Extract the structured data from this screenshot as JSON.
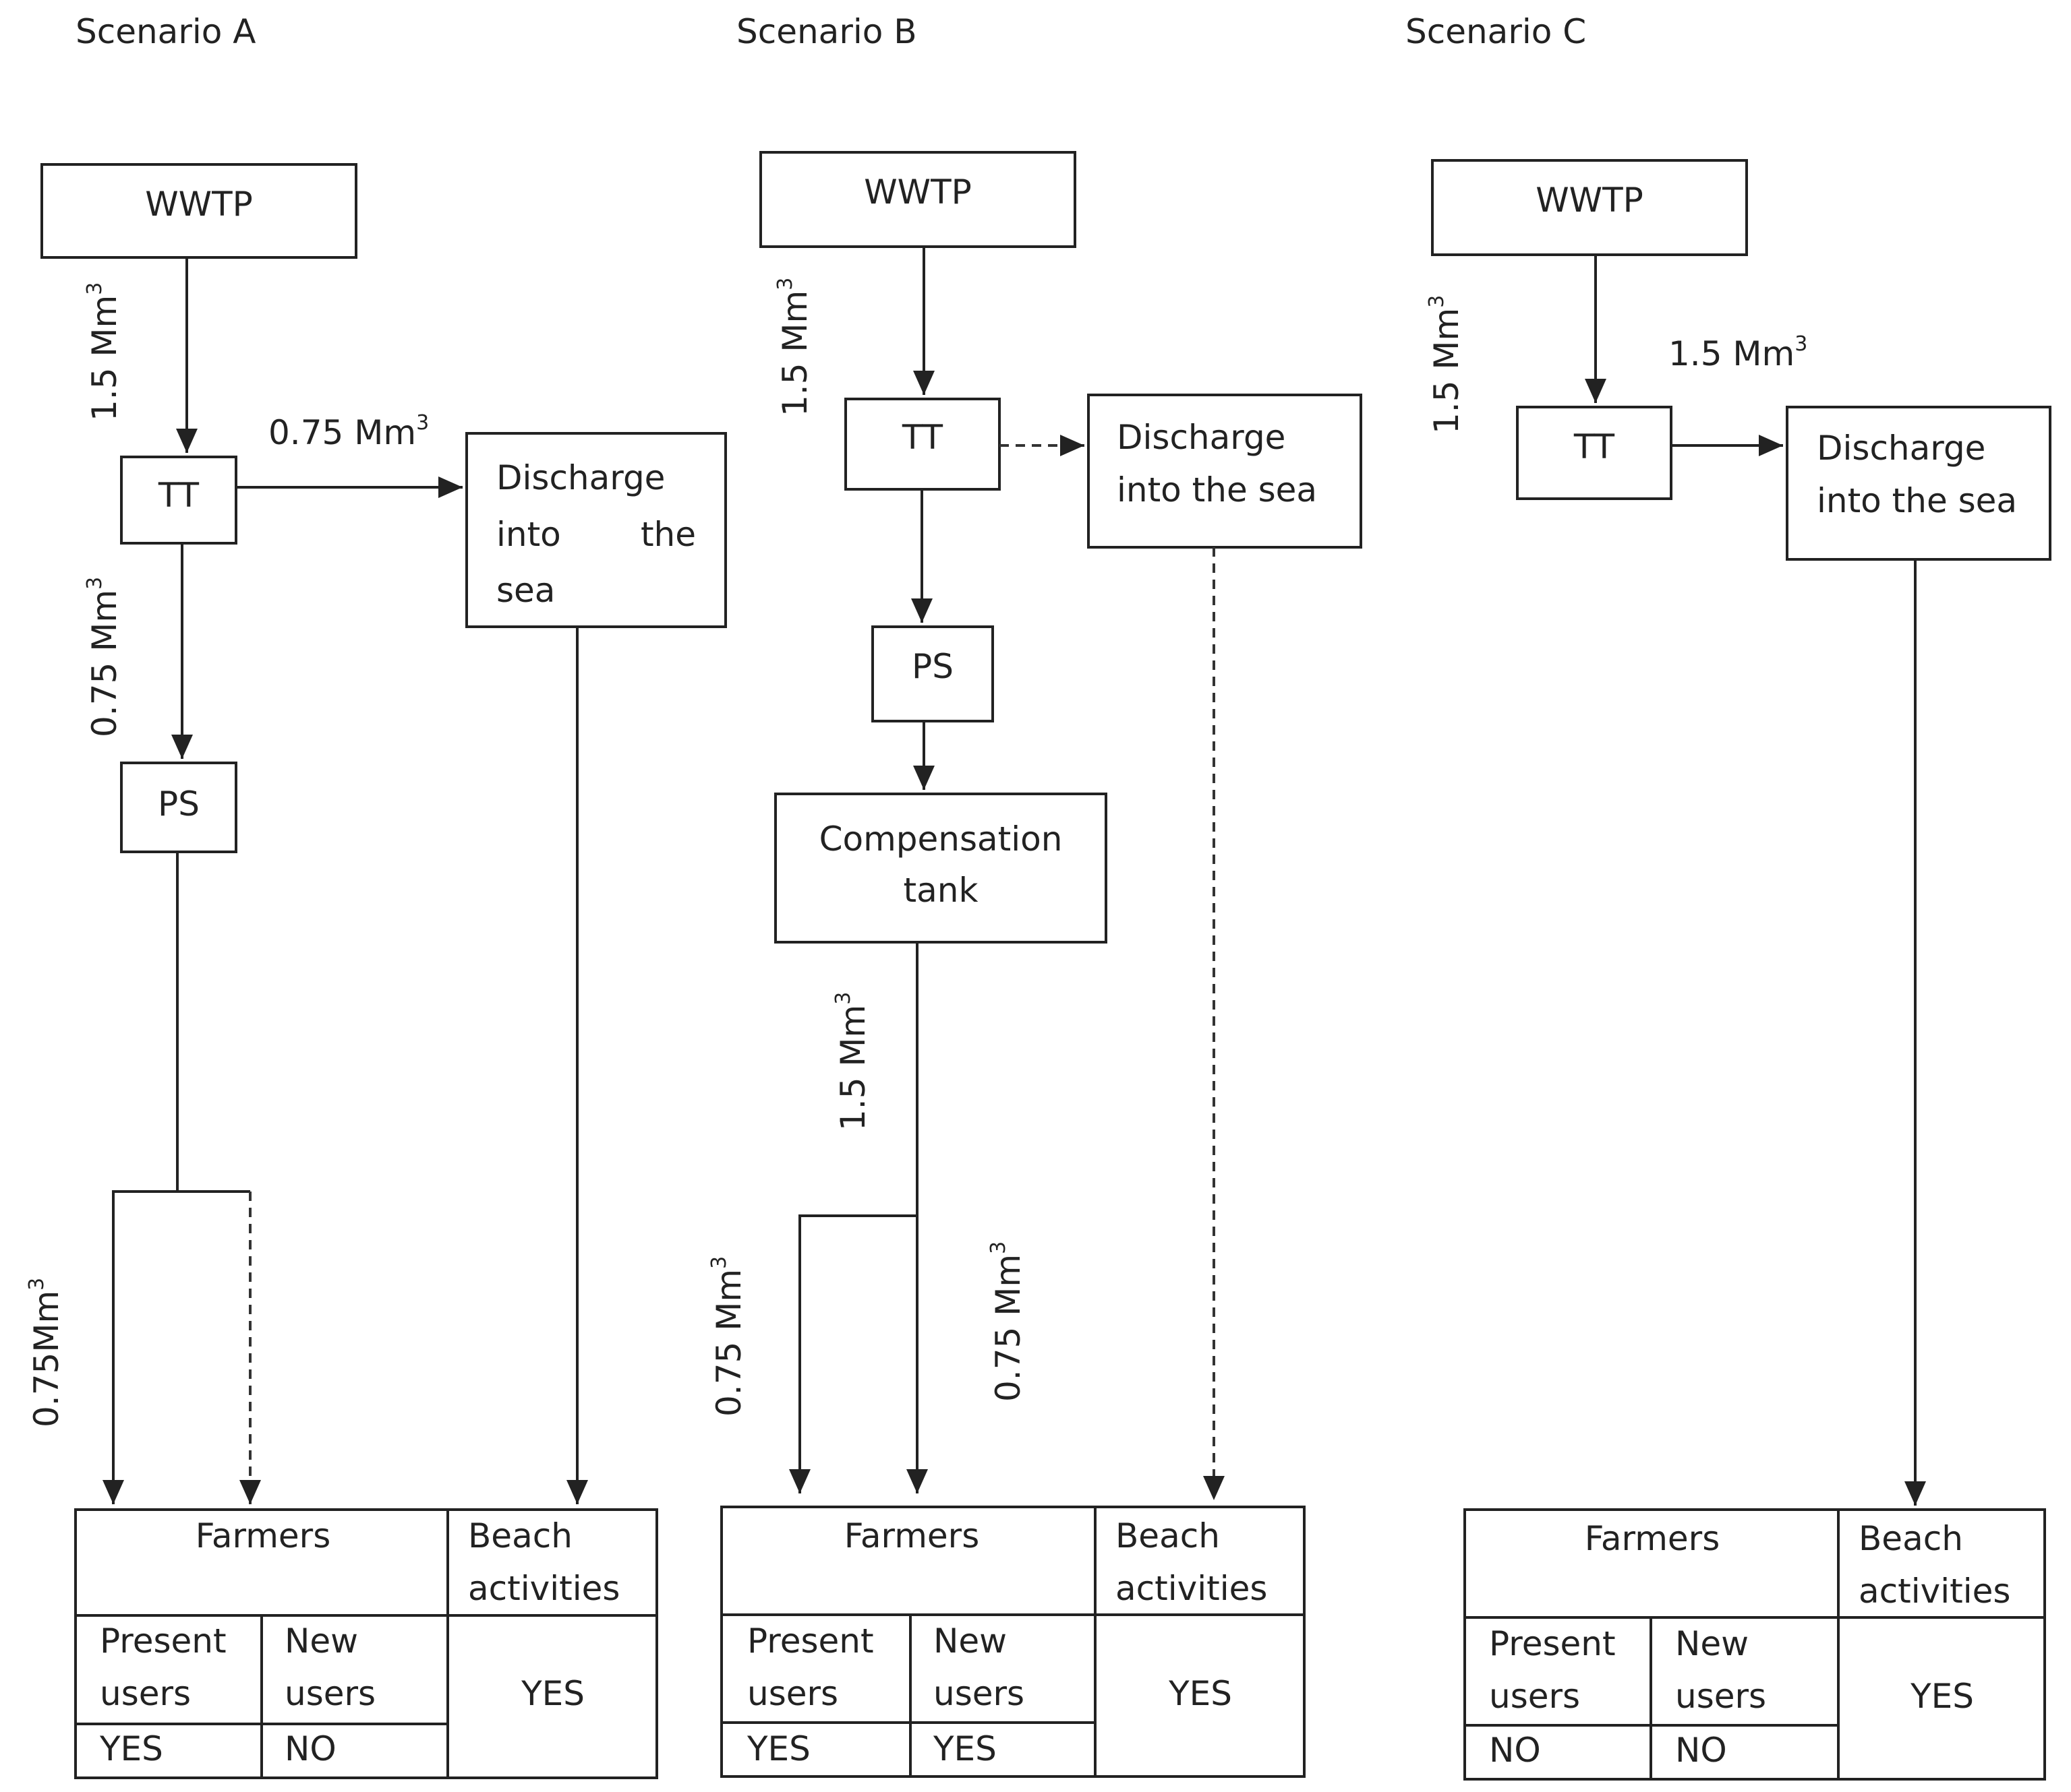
{
  "scenarios": [
    {
      "title": "Scenario A",
      "wwtp": "WWTP",
      "tt": "TT",
      "ps": "PS",
      "discharge": {
        "line1": "Discharge",
        "line2_a": "into",
        "line2_b": "the",
        "line3": "sea"
      },
      "flow_wwtp_tt": "1.5 Mm",
      "flow_tt_sea": "0.75 Mm",
      "flow_tt_ps": "0.75 Mm",
      "flow_to_farmers": "0.75Mm",
      "superscript": "3",
      "table": {
        "farmers": "Farmers",
        "beach_line1": "Beach",
        "beach_line2": "activities",
        "present_line1": "Present",
        "present_line2": "users",
        "new_line1": "New",
        "new_line2": "users",
        "present_value": "YES",
        "new_value": "NO",
        "beach_value": "YES"
      }
    },
    {
      "title": "Scenario B",
      "wwtp": "WWTP",
      "tt": "TT",
      "ps": "PS",
      "compensation_line1": "Compensation",
      "compensation_line2": "tank",
      "discharge": {
        "line1": "Discharge",
        "line2": "into the sea"
      },
      "flow_wwtp_tt": "1.5 Mm",
      "flow_comp": "1.5 Mm",
      "flow_left": "0.75 Mm",
      "flow_right": "0.75 Mm",
      "superscript": "3",
      "table": {
        "farmers": "Farmers",
        "beach_line1": "Beach",
        "beach_line2": "activities",
        "present_line1": "Present",
        "present_line2": "users",
        "new_line1": "New",
        "new_line2": "users",
        "present_value": "YES",
        "new_value": "YES",
        "beach_value": "YES"
      }
    },
    {
      "title": "Scenario C",
      "wwtp": "WWTP",
      "tt": "TT",
      "discharge": {
        "line1": "Discharge",
        "line2": "into the sea"
      },
      "flow_wwtp_tt": "1.5 Mm",
      "flow_tt_sea": "1.5 Mm",
      "superscript": "3",
      "table": {
        "farmers": "Farmers",
        "beach_line1": "Beach",
        "beach_line2": "activities",
        "present_line1": "Present",
        "present_line2": "users",
        "new_line1": "New",
        "new_line2": "users",
        "present_value": "NO",
        "new_value": "NO",
        "beach_value": "YES"
      }
    }
  ]
}
